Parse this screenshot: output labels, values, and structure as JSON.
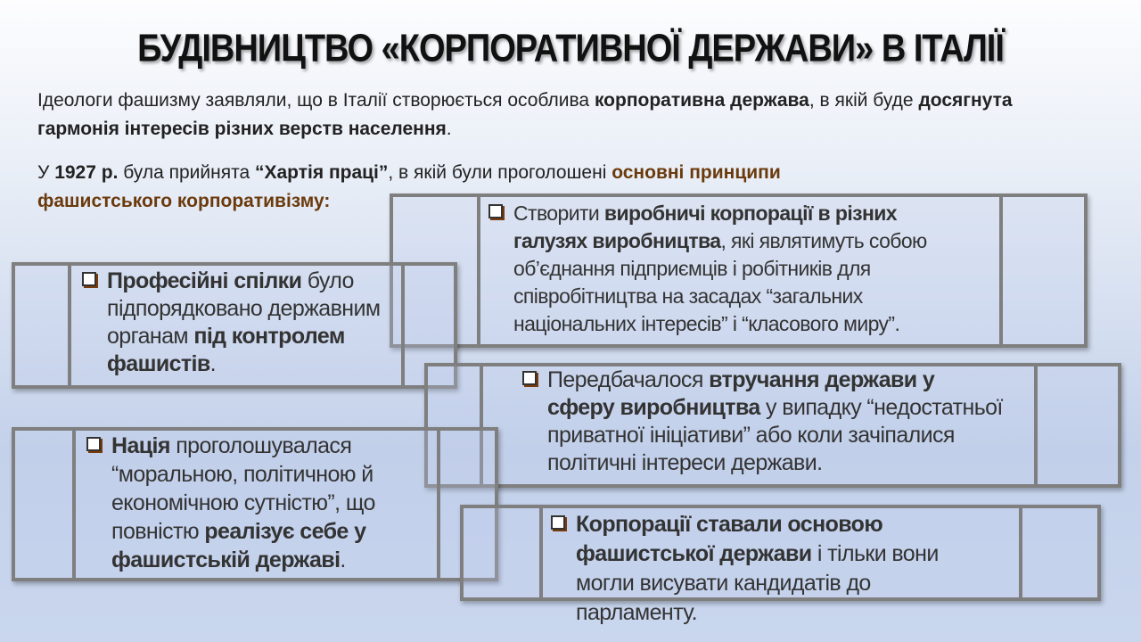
{
  "title": "БУДІВНИЦТВО «КОРПОРАТИВНОЇ ДЕРЖАВИ» В ІТАЛІЇ",
  "intro": [
    {
      "text": "Ідеологи фашизму заявляли, що в Італії створюється особлива ",
      "style": "normal"
    },
    {
      "text": "корпоративна держава",
      "style": "bold"
    },
    {
      "text": ", в якій буде ",
      "style": "normal"
    },
    {
      "text": "досягнута гармонія інтересів різних верств населення",
      "style": "bold"
    },
    {
      "text": ".",
      "style": "normal"
    }
  ],
  "charter": [
    {
      "text": "У ",
      "style": "normal"
    },
    {
      "text": "1927 р.",
      "style": "bold"
    },
    {
      "text": " була прийнята ",
      "style": "normal"
    },
    {
      "text": "“Хартія праці”",
      "style": "bold"
    },
    {
      "text": ", в якій були проголошені ",
      "style": "normal"
    },
    {
      "text": "основні принципи фашистського корпоративізму:",
      "style": "brown"
    }
  ],
  "boxes": [
    {
      "segments": [
        {
          "text": "Створити ",
          "b": false
        },
        {
          "text": "виробничі корпорації в різних галузях виробництва",
          "b": true
        },
        {
          "text": ", які являтимуть собою об’єднання підприємців і робітників для співробітництва на засадах “загальних національних інтересів” і “класового миру”.",
          "b": false
        }
      ]
    },
    {
      "segments": [
        {
          "text": "Професійні спілки",
          "b": true
        },
        {
          "text": " було підпорядковано державним органам ",
          "b": false
        },
        {
          "text": "під контролем фашистів",
          "b": true
        },
        {
          "text": ".",
          "b": false
        }
      ]
    },
    {
      "segments": [
        {
          "text": "Передбачалося ",
          "b": false
        },
        {
          "text": "втручання держави у сферу виробництва",
          "b": true
        },
        {
          "text": " у випадку “недостатньої приватної ініціативи” або коли зачіпалися політичні інтереси держави.",
          "b": false
        }
      ]
    },
    {
      "segments": [
        {
          "text": "Нація",
          "b": true
        },
        {
          "text": " проголошувалася “моральною, політичною й економічною сутністю”, що повністю ",
          "b": false
        },
        {
          "text": "реалізує себе у фашистській державі",
          "b": true
        },
        {
          "text": ".",
          "b": false
        }
      ]
    },
    {
      "segments": [
        {
          "text": "Корпорації ставали основою фашистської держави",
          "b": true
        },
        {
          "text": " і тільки вони могли висувати кандидатів до парламенту.",
          "b": false
        }
      ]
    }
  ]
}
